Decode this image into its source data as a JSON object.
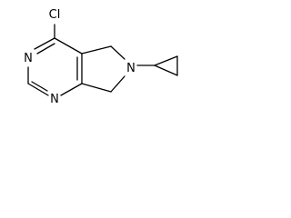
{
  "molecule": {
    "atoms": {
      "chlorine": "Cl",
      "nitrogen_top": "N",
      "nitrogen_bottom": "N",
      "nitrogen_ring": "N"
    }
  },
  "colors": {
    "bond": "#000000",
    "label": "#000000",
    "background": "#ffffff"
  }
}
